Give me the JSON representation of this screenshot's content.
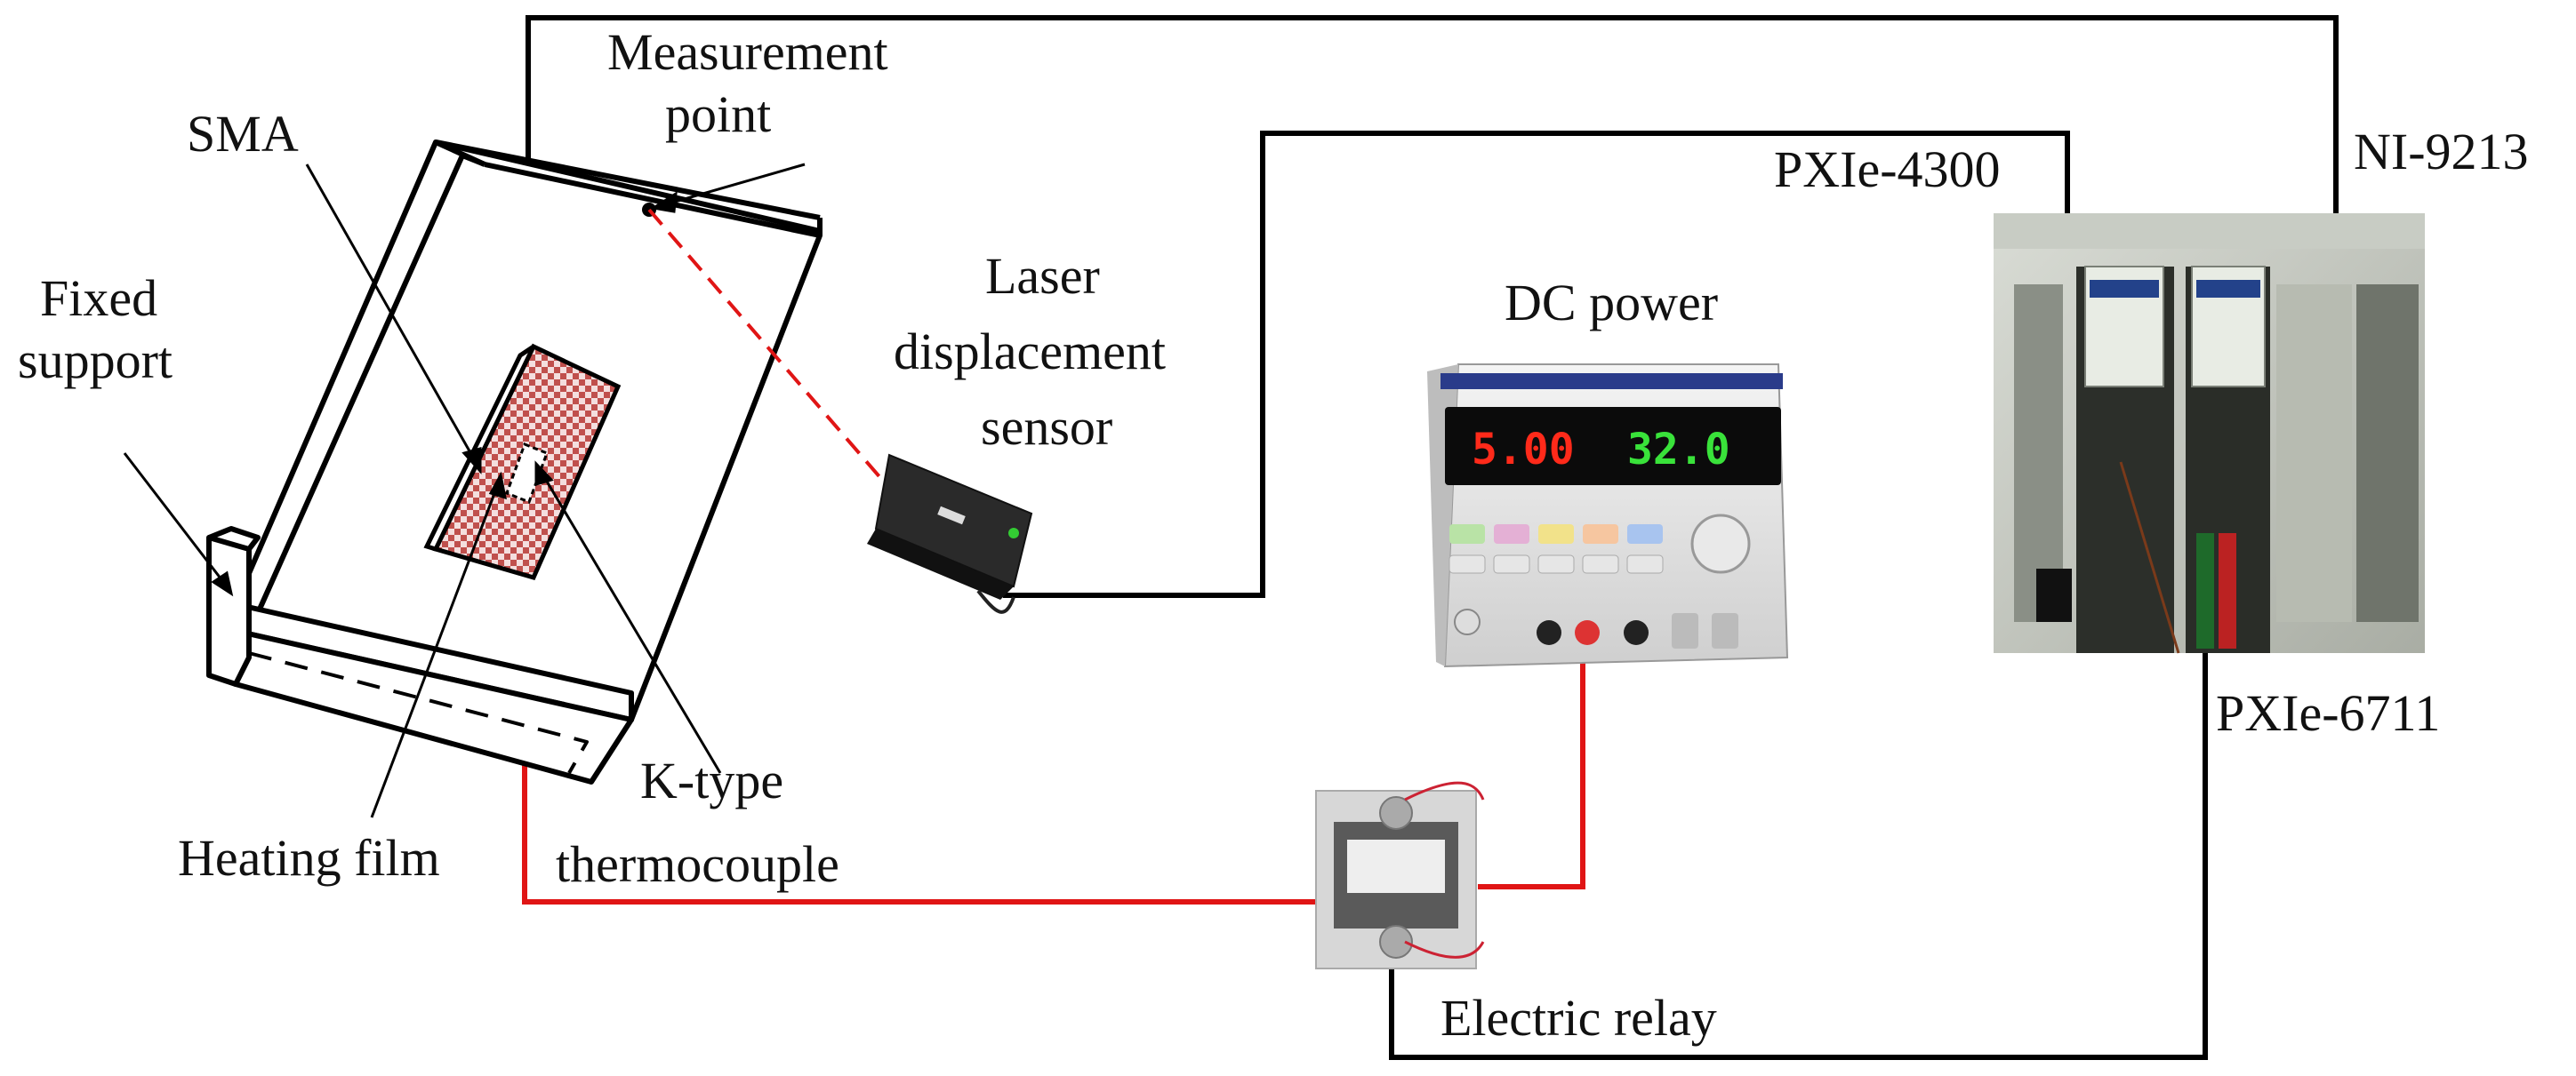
{
  "labels": {
    "measurement_point_line1": "Measurement",
    "measurement_point_line2": "point",
    "sma": "SMA",
    "fixed_support_line1": "Fixed",
    "fixed_support_line2": "support",
    "laser_line1": "Laser",
    "laser_line2": "displacement",
    "laser_line3": "sensor",
    "dc_power": "DC power",
    "pxie_4300": "PXIe-4300",
    "ni_9213": "NI-9213",
    "pxie_6711": "PXIe-6711",
    "k_type_line1": "K-type",
    "k_type_line2": "thermocouple",
    "heating_film": "Heating film",
    "electric_relay": "Electric relay"
  },
  "dc_power_display": {
    "voltage": "5.00",
    "current": "32.0"
  },
  "colors": {
    "wire_black": "#000000",
    "wire_red": "#e01515",
    "laser_beam": "#e01515",
    "sma_pattern": "#c0504d",
    "display_red": "#ff2a1a",
    "display_green": "#39e23a"
  },
  "icons": {
    "dc_power_supply": "dc-power-supply-photo",
    "laser_sensor": "laser-sensor-photo",
    "pxi_chassis": "pxi-chassis-photo",
    "relay": "solid-state-relay-photo"
  }
}
